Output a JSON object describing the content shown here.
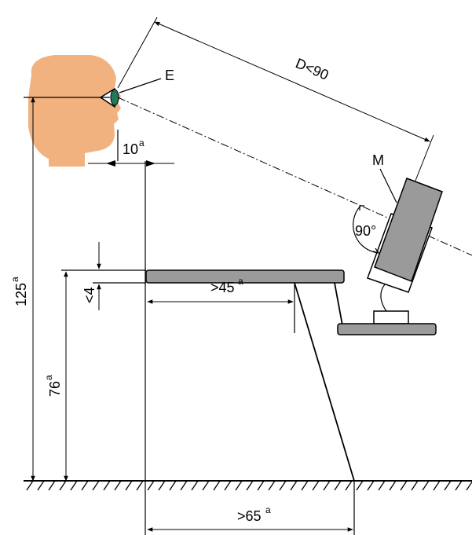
{
  "labels": {
    "eye": "E",
    "monitor": "M",
    "distance": "D<90",
    "angle": "90°",
    "head_offset": "10",
    "head_offset_sup": "a",
    "eye_height": "125",
    "eye_height_sup": "a",
    "desk_height": "76",
    "desk_height_sup": "a",
    "thickness": "<4",
    "knee_depth": ">45",
    "knee_depth_sup": "a",
    "foot_depth": ">65",
    "foot_depth_sup": "a"
  },
  "colors": {
    "skin": "#f2b27f",
    "desk": "#9b9b9b",
    "monitor": "#9a9a9a",
    "eye": "#1f7a5a",
    "line": "#000000"
  }
}
